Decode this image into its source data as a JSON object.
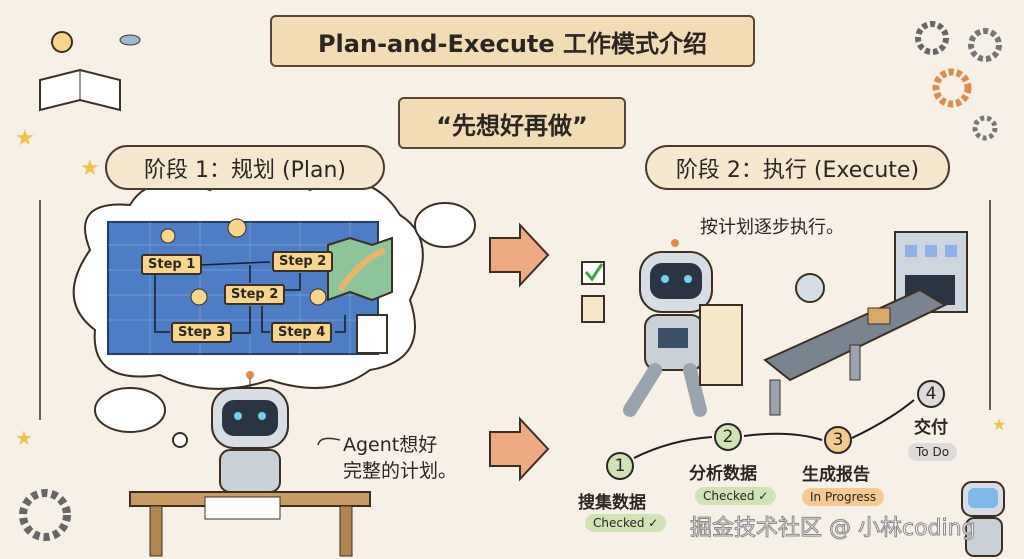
{
  "title": "Plan-and-Execute 工作模式介绍",
  "subtitle": "“先想好再做”",
  "phase1": {
    "label": "阶段 1：规划 (Plan)",
    "steps": [
      "Step 1",
      "Step 2",
      "Step 2",
      "Step 3",
      "Step 4"
    ],
    "caption_line1": "Agent想好",
    "caption_line2": "完整的计划。"
  },
  "phase2": {
    "label": "阶段 2：执行 (Execute)",
    "caption": "按计划逐步执行。",
    "steps": [
      {
        "number": "1",
        "name": "搜集数据",
        "status": "Checked ✓",
        "color": "#cfe3b5"
      },
      {
        "number": "2",
        "name": "分析数据",
        "status": "Checked ✓",
        "color": "#cfe3b5"
      },
      {
        "number": "3",
        "name": "生成报告",
        "status": "In Progress",
        "color": "#f5c98f"
      },
      {
        "number": "4",
        "name": "交付",
        "status": "To Do",
        "color": "#dedcda"
      }
    ]
  },
  "watermark": "掘金技术社区 @ 小林coding"
}
